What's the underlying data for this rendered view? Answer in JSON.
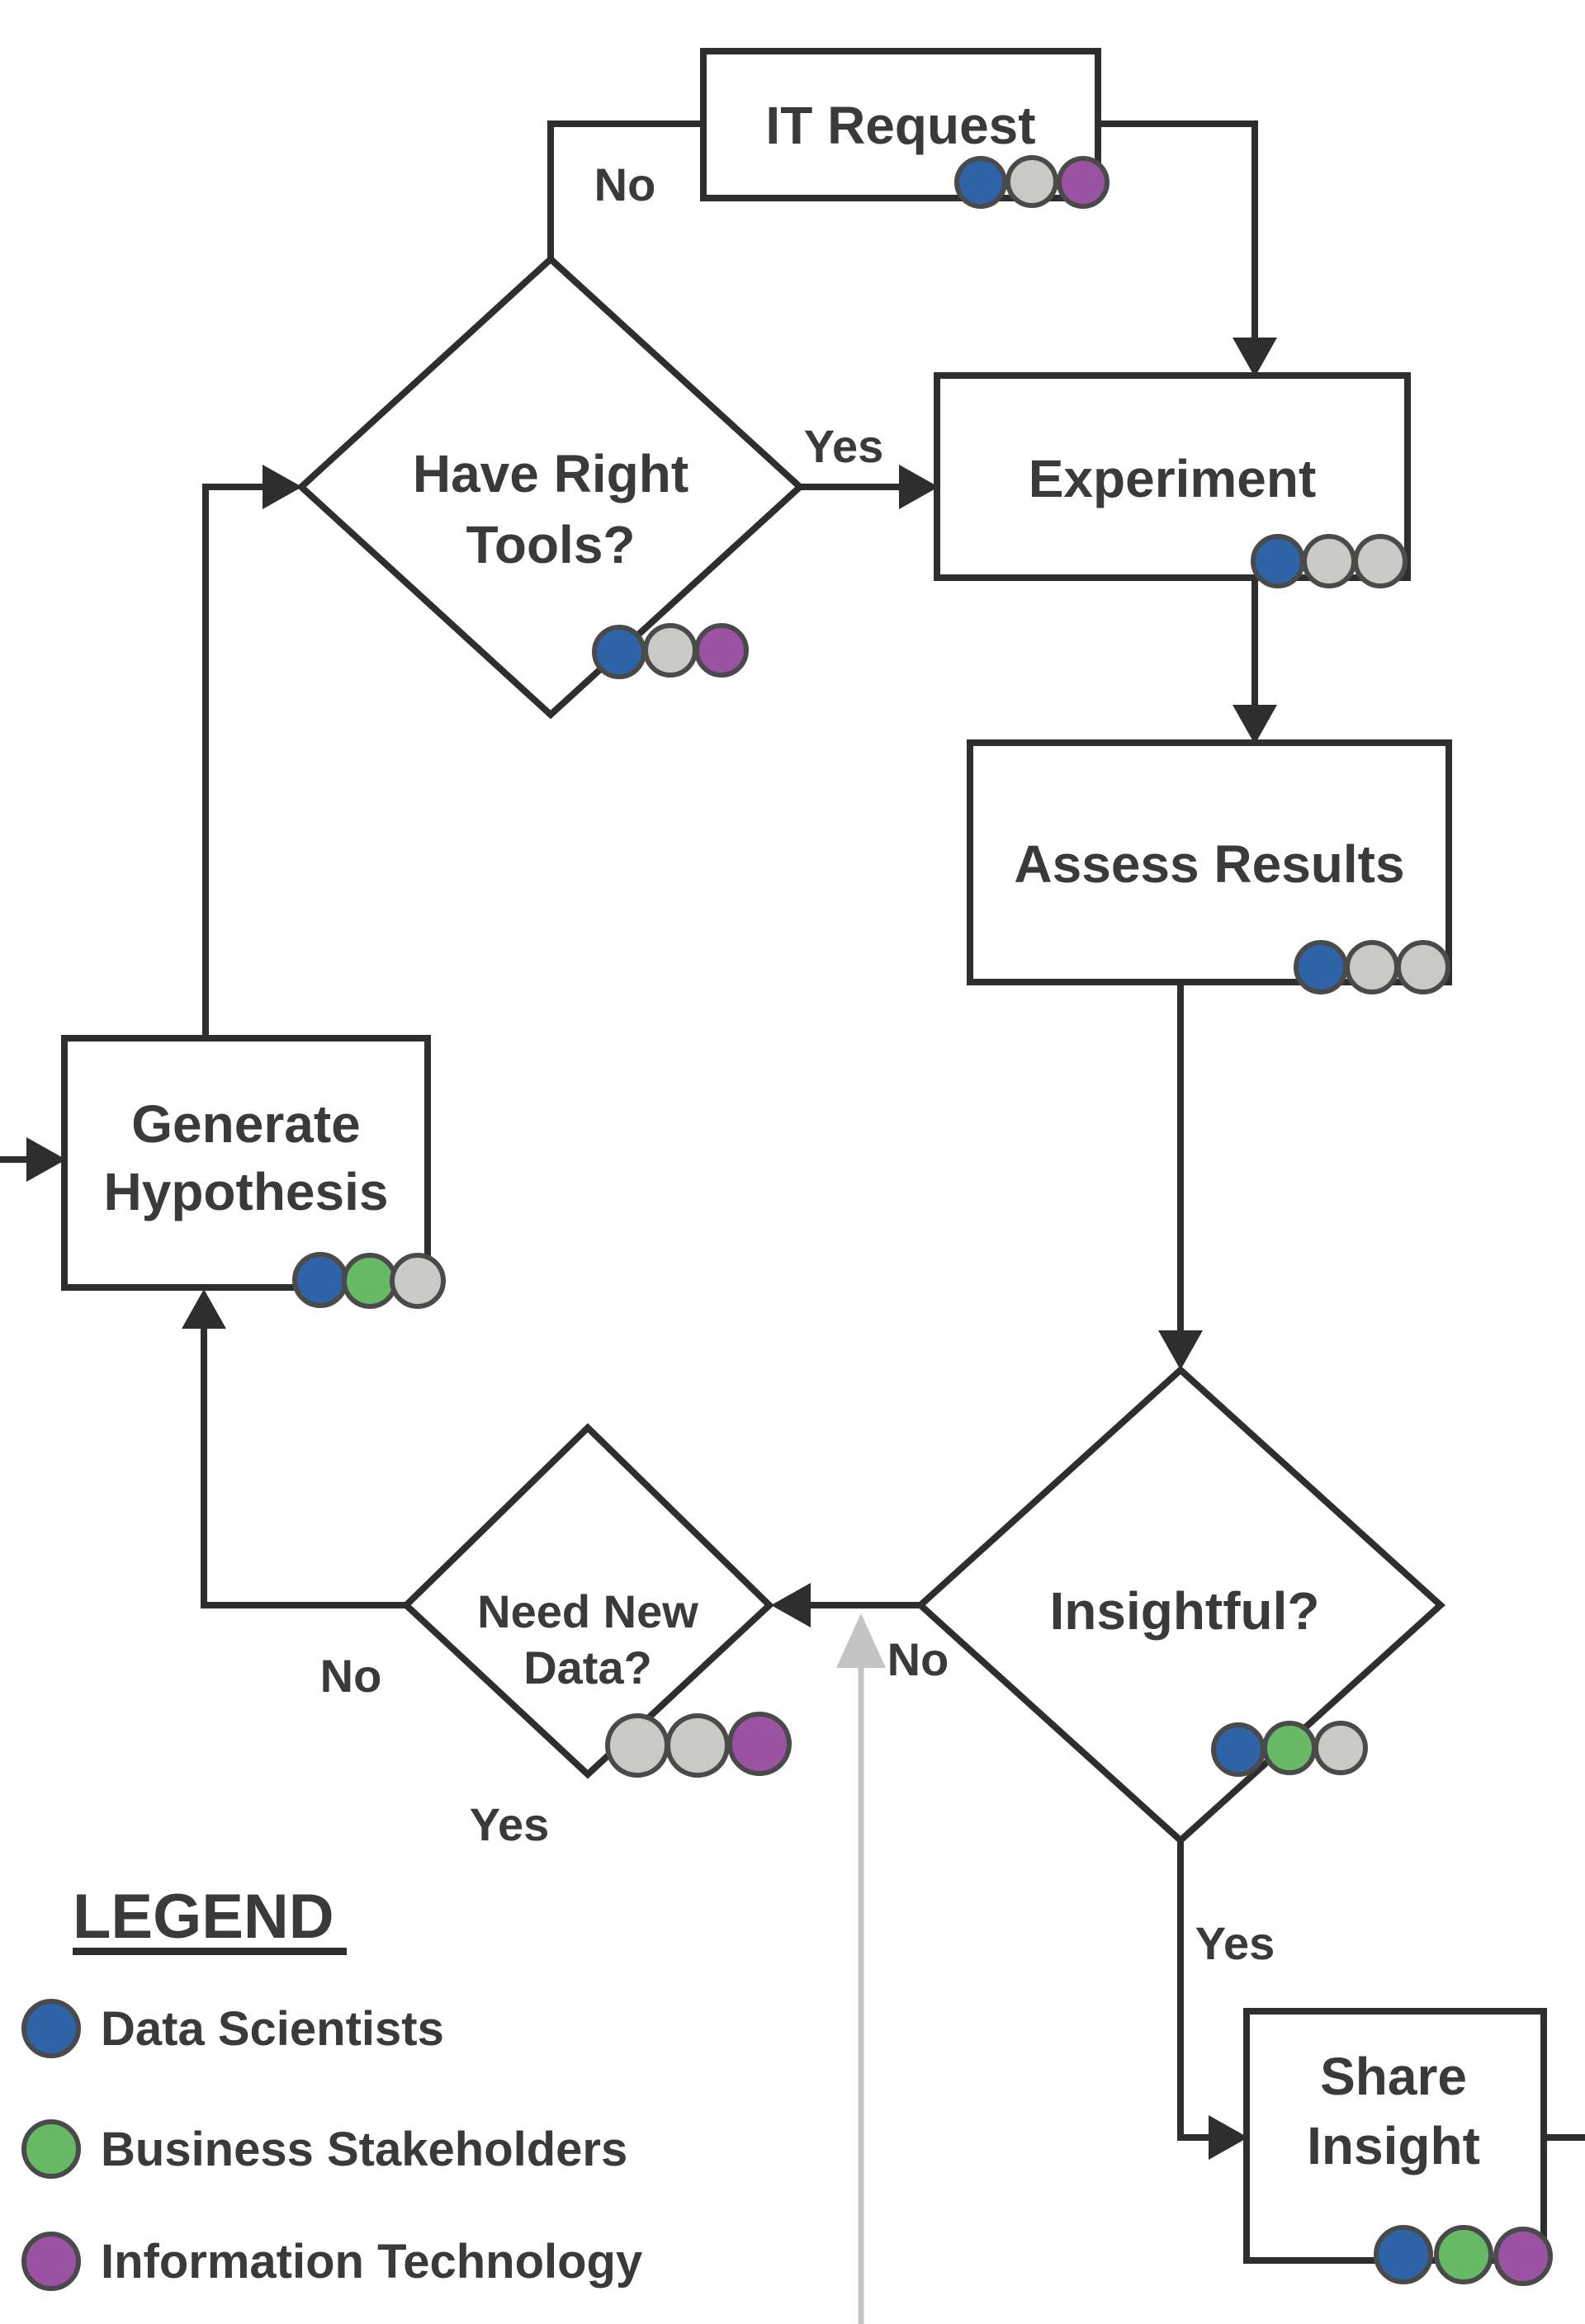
{
  "diagram": {
    "type": "flowchart",
    "description": "Data science iteration loop flowchart with role dots on each step"
  },
  "palette": {
    "data_scientists": "#2e63a7",
    "business_stakeholders": "#67b965",
    "information_technology": "#9b52a2",
    "unassigned": "#c9c9c6",
    "dot_outline": "#4a4a4a",
    "line": "#2e2e2e",
    "faded_line": "#c4c4c4",
    "text": "#3a3a3a"
  },
  "nodes": {
    "it_request": {
      "shape": "process",
      "label": "IT Request",
      "roles": [
        "Data Scientists",
        "unassigned",
        "Information Technology"
      ]
    },
    "have_right_tools": {
      "shape": "decision",
      "line1": "Have Right",
      "line2": "Tools?",
      "roles": [
        "Data Scientists",
        "unassigned",
        "Information Technology"
      ]
    },
    "experiment": {
      "shape": "process",
      "label": "Experiment",
      "roles": [
        "Data Scientists",
        "unassigned",
        "unassigned"
      ]
    },
    "assess_results": {
      "shape": "process",
      "label": "Assess Results",
      "roles": [
        "Data Scientists",
        "unassigned",
        "unassigned"
      ]
    },
    "generate_hypothesis": {
      "shape": "process",
      "line1": "Generate",
      "line2": "Hypothesis",
      "roles": [
        "Data Scientists",
        "Business Stakeholders",
        "unassigned"
      ]
    },
    "need_new_data": {
      "shape": "decision",
      "line1": "Need New",
      "line2": "Data?",
      "roles": [
        "unassigned",
        "unassigned",
        "Information Technology"
      ]
    },
    "insightful": {
      "shape": "decision",
      "label": "Insightful?",
      "roles": [
        "Data Scientists",
        "Business Stakeholders",
        "unassigned"
      ]
    },
    "share_insight": {
      "shape": "process",
      "line1": "Share",
      "line2": "Insight",
      "roles": [
        "Data Scientists",
        "Business Stakeholders",
        "Information Technology"
      ]
    }
  },
  "edges": {
    "start_to_generate_hypothesis": {
      "from": "off-screen-left",
      "to": "generate_hypothesis",
      "label": ""
    },
    "generate_hypothesis_to_have_right_tools": {
      "from": "generate_hypothesis",
      "to": "have_right_tools",
      "label": ""
    },
    "have_right_tools_to_it_request": {
      "from": "have_right_tools",
      "to": "it_request",
      "label": "No"
    },
    "it_request_to_experiment": {
      "from": "it_request",
      "to": "experiment",
      "label": ""
    },
    "have_right_tools_to_experiment": {
      "from": "have_right_tools",
      "to": "experiment",
      "label": "Yes"
    },
    "experiment_to_assess_results": {
      "from": "experiment",
      "to": "assess_results",
      "label": ""
    },
    "assess_results_to_insightful": {
      "from": "assess_results",
      "to": "insightful",
      "label": ""
    },
    "insightful_to_need_new_data": {
      "from": "insightful",
      "to": "need_new_data",
      "label": "No"
    },
    "need_new_data_to_generate_hypothesis": {
      "from": "need_new_data",
      "to": "generate_hypothesis",
      "label": "No"
    },
    "need_new_data_down_faded": {
      "from": "need_new_data",
      "to": "off-screen-bottom",
      "label": "Yes"
    },
    "insightful_to_share_insight": {
      "from": "insightful",
      "to": "share_insight",
      "label": "Yes"
    },
    "share_insight_to_right": {
      "from": "share_insight",
      "to": "off-screen-right",
      "label": ""
    },
    "faded_return_from_bottom": {
      "from": "off-screen-bottom",
      "to": "insightful_to_need_new_data_line",
      "label": ""
    }
  },
  "legend": {
    "title": "LEGEND",
    "items": [
      {
        "label": "Data Scientists",
        "color": "#2e63a7"
      },
      {
        "label": "Business Stakeholders",
        "color": "#67b965"
      },
      {
        "label": "Information Technology",
        "color": "#9b52a2"
      }
    ]
  }
}
